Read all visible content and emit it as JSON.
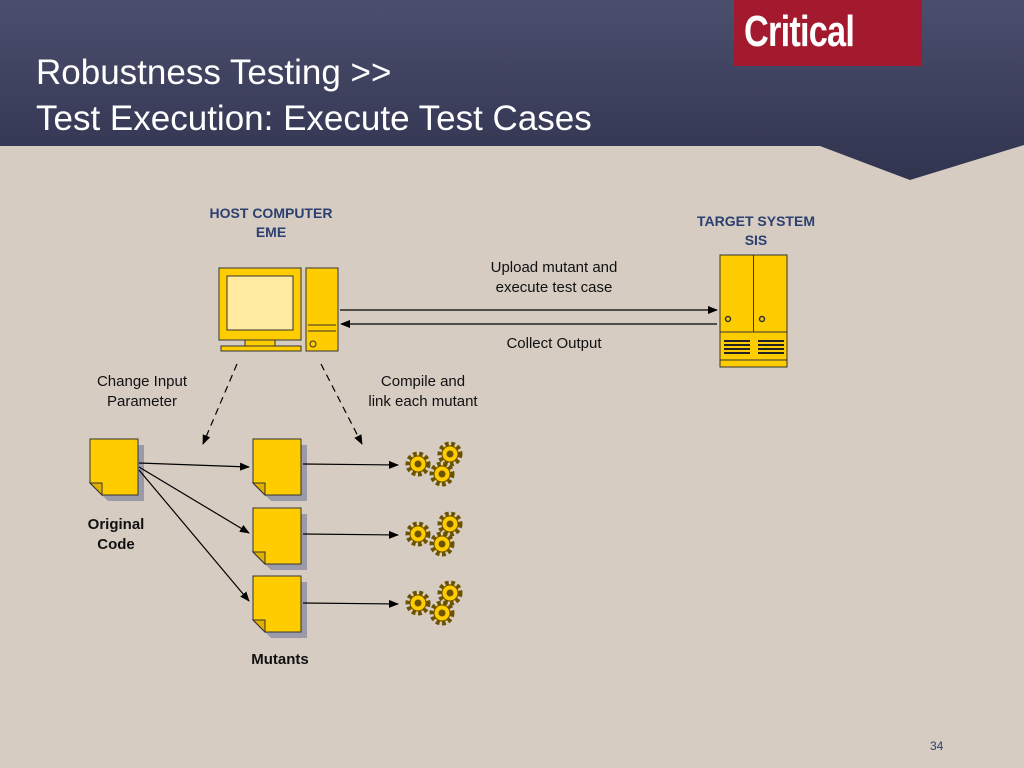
{
  "slide": {
    "title_line1": "Robustness Testing >>",
    "title_line2": "Test Execution: Execute Test Cases",
    "page_number": "34"
  },
  "logo": {
    "text": "Critical"
  },
  "diagram": {
    "host_line1": "HOST COMPUTER",
    "host_line2": "EME",
    "target_line1": "TARGET SYSTEM",
    "target_line2": "SIS",
    "upload_line1": "Upload mutant and",
    "upload_line2": "execute test case",
    "collect": "Collect Output",
    "change_line1": "Change Input",
    "change_line2": "Parameter",
    "compile_line1": "Compile and",
    "compile_line2": "link each mutant",
    "original_line1": "Original",
    "original_line2": "Code",
    "mutants": "Mutants"
  },
  "colors": {
    "header_bg": "#3c3f5c",
    "background": "#d6ccc2",
    "logo_bg": "#a3192e",
    "doc_fill": "#ffcc00",
    "label_blue": "#2b3f70"
  },
  "icons": [
    "computer-icon",
    "server-cabinet-icon",
    "document-icon",
    "gears-icon"
  ]
}
